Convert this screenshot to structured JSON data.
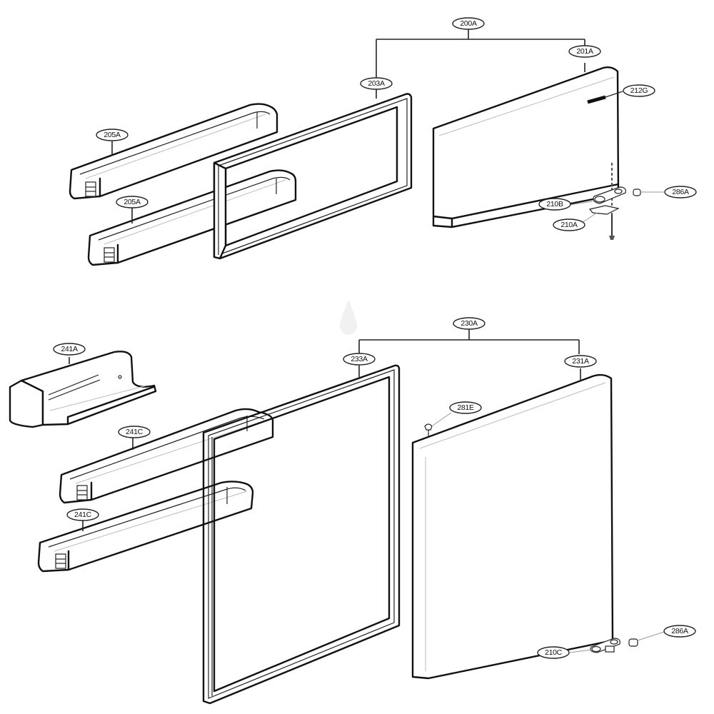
{
  "diagram": {
    "type": "exploded-parts-diagram",
    "subject": "refrigerator doors (upper freezer door and lower refrigerator door) with bins, gaskets and hinges",
    "colors": {
      "line": "#111111",
      "background": "#ffffff",
      "leader_light": "#999999"
    }
  },
  "upper_assembly": {
    "group_label": "200A",
    "door_label": "201A",
    "gasket_label": "203A",
    "handle_label": "212G",
    "bin_labels": [
      "205A",
      "205A"
    ],
    "hinge_labels": {
      "hinge_upper": "210B",
      "hinge_lower": "210A",
      "bushing": "286A"
    }
  },
  "lower_assembly": {
    "group_label": "230A",
    "door_label": "231A",
    "gasket_label": "233A",
    "cap_label": "281E",
    "dairy_bin_label": "241A",
    "bin_labels": [
      "241C",
      "241C"
    ],
    "hinge_labels": {
      "hinge": "210C",
      "bushing": "286A"
    }
  }
}
